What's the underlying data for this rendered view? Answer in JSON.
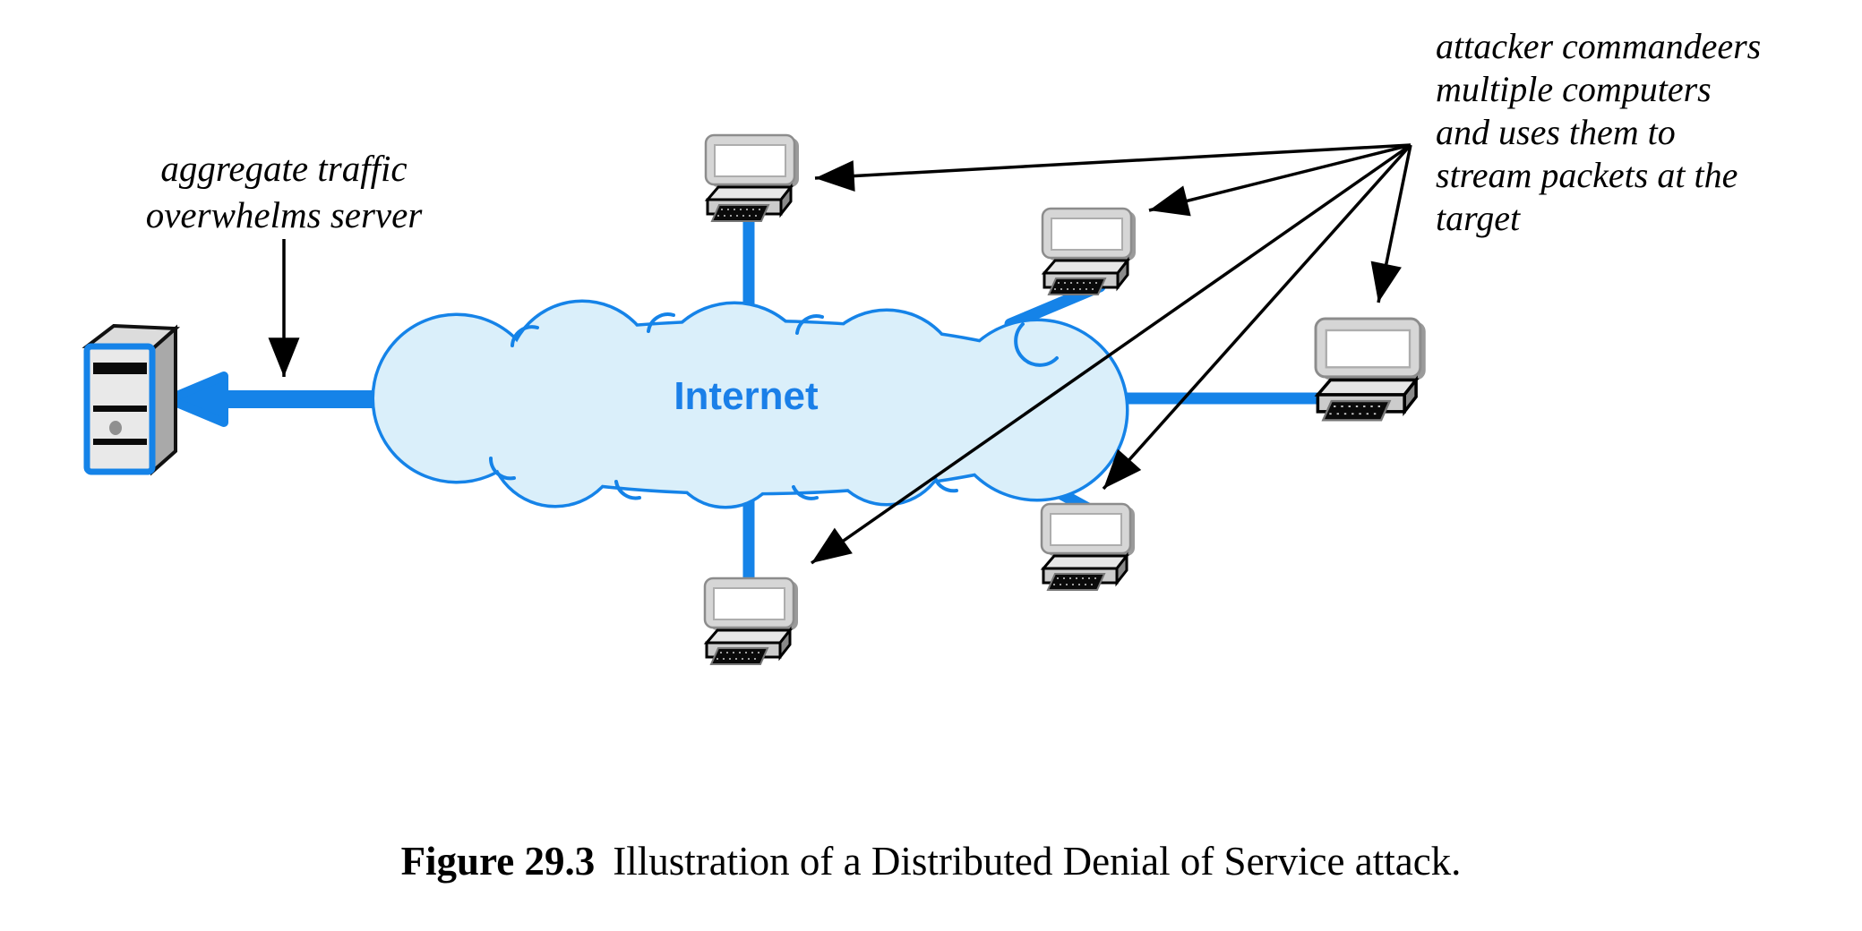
{
  "caption": {
    "label": "Figure 29.3",
    "text": "Illustration of a Distributed Denial of Service attack."
  },
  "annotations": {
    "attacker_note": "attacker commandeers\nmultiple computers\nand uses them to\nstream packets at the\ntarget",
    "server_note": "aggregate traffic\noverwhelms server"
  },
  "cloud": {
    "label": "Internet"
  },
  "network": {
    "commandeered_computer_count": 5,
    "icons": {
      "server_icon": "server-tower",
      "computer_icon": "desktop-pc",
      "internet_icon": "cloud",
      "attack_arrow_icon": "thin-black-arrow",
      "traffic_arrow_icon": "thick-blue-arrow"
    }
  },
  "colors": {
    "link_blue": "#1583e8",
    "cloud_fill": "#daeffa",
    "cloud_label_blue": "#1a7fe8",
    "arrow_black": "#000000",
    "background": "#ffffff"
  }
}
